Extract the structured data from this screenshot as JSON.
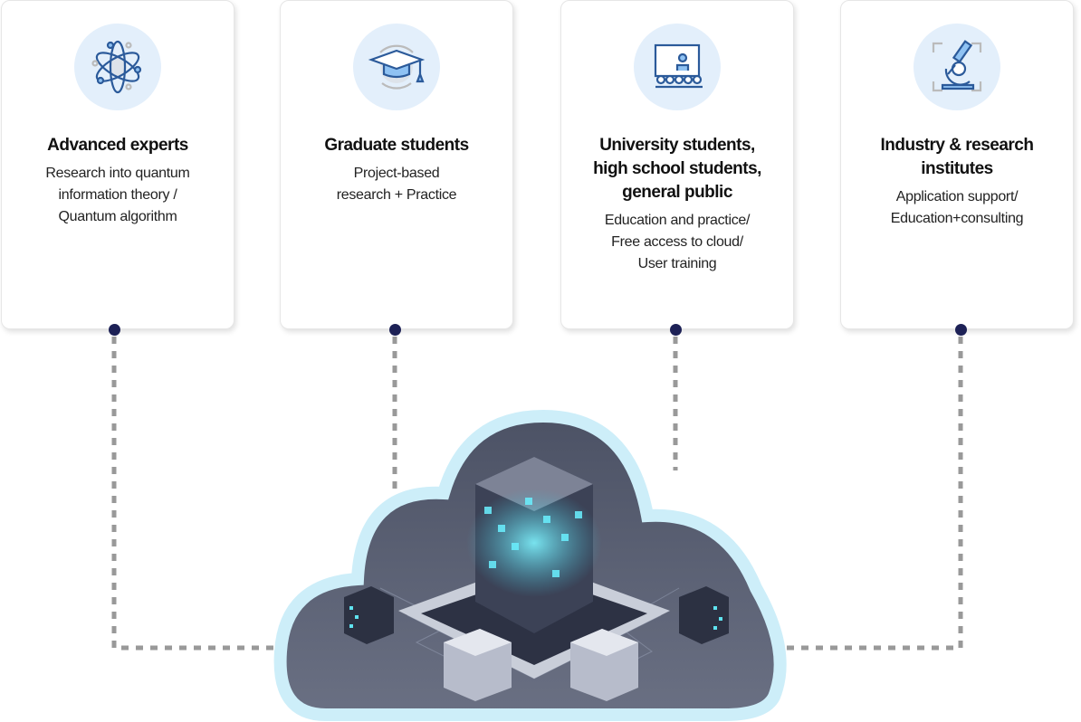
{
  "cards": [
    {
      "icon": "atom-icon",
      "title": "Advanced experts",
      "desc": [
        "Research into quantum",
        "information theory /",
        "Quantum algorithm"
      ]
    },
    {
      "icon": "graduation-cap-icon",
      "title": "Graduate students",
      "desc": [
        "Project-based",
        "research + Practice"
      ]
    },
    {
      "icon": "classroom-icon",
      "title": [
        "University students,",
        "high school students,",
        "general public"
      ],
      "desc": [
        "Education and practice/",
        "Free access to cloud/",
        "User training"
      ]
    },
    {
      "icon": "microscope-icon",
      "title": [
        "Industry & research",
        "institutes"
      ],
      "desc": [
        "Application support/",
        "Education+consulting"
      ]
    }
  ],
  "colors": {
    "dot": "#1d2156",
    "connector": "#999999",
    "cloud_border": "#cdeef9",
    "cloud_fill": "#5b6276",
    "accent": "#5fe3f0"
  }
}
